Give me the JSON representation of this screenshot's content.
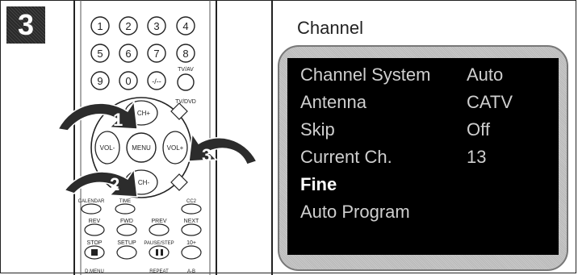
{
  "step": "3",
  "remote": {
    "number_buttons": [
      "1",
      "2",
      "3",
      "4",
      "5",
      "6",
      "7",
      "8",
      "9",
      "0",
      "-/--"
    ],
    "labels": {
      "tvav": "TV/AV",
      "tvdvd": "TV/DVD",
      "ch_up": "CH+",
      "ch_down": "CH-",
      "vol_down": "VOL-",
      "vol_up": "VOL+",
      "menu": "MENU",
      "calendar": "CALENDAR",
      "time": "TIME",
      "cc2": "CC2",
      "rev": "REV",
      "fwd": "FWD",
      "prev": "PREV",
      "next": "NEXT",
      "stop": "STOP",
      "setup": "SETUP",
      "pause_step": "PAUSE/STEP",
      "ten_plus": "10+",
      "dvd_menu": "D.MENU",
      "repeat": "REPEAT",
      "ab": "A-B"
    },
    "arrow_numbers": [
      "1",
      "2",
      "3"
    ]
  },
  "osd": {
    "title": "Channel",
    "rows": [
      {
        "label": "Channel System",
        "value": "Auto"
      },
      {
        "label": "Antenna",
        "value": "CATV"
      },
      {
        "label": "Skip",
        "value": "Off"
      },
      {
        "label": "Current Ch.",
        "value": "13"
      },
      {
        "label": "Fine",
        "value": ""
      },
      {
        "label": "Auto Program",
        "value": ""
      }
    ],
    "selected_index": 4
  }
}
